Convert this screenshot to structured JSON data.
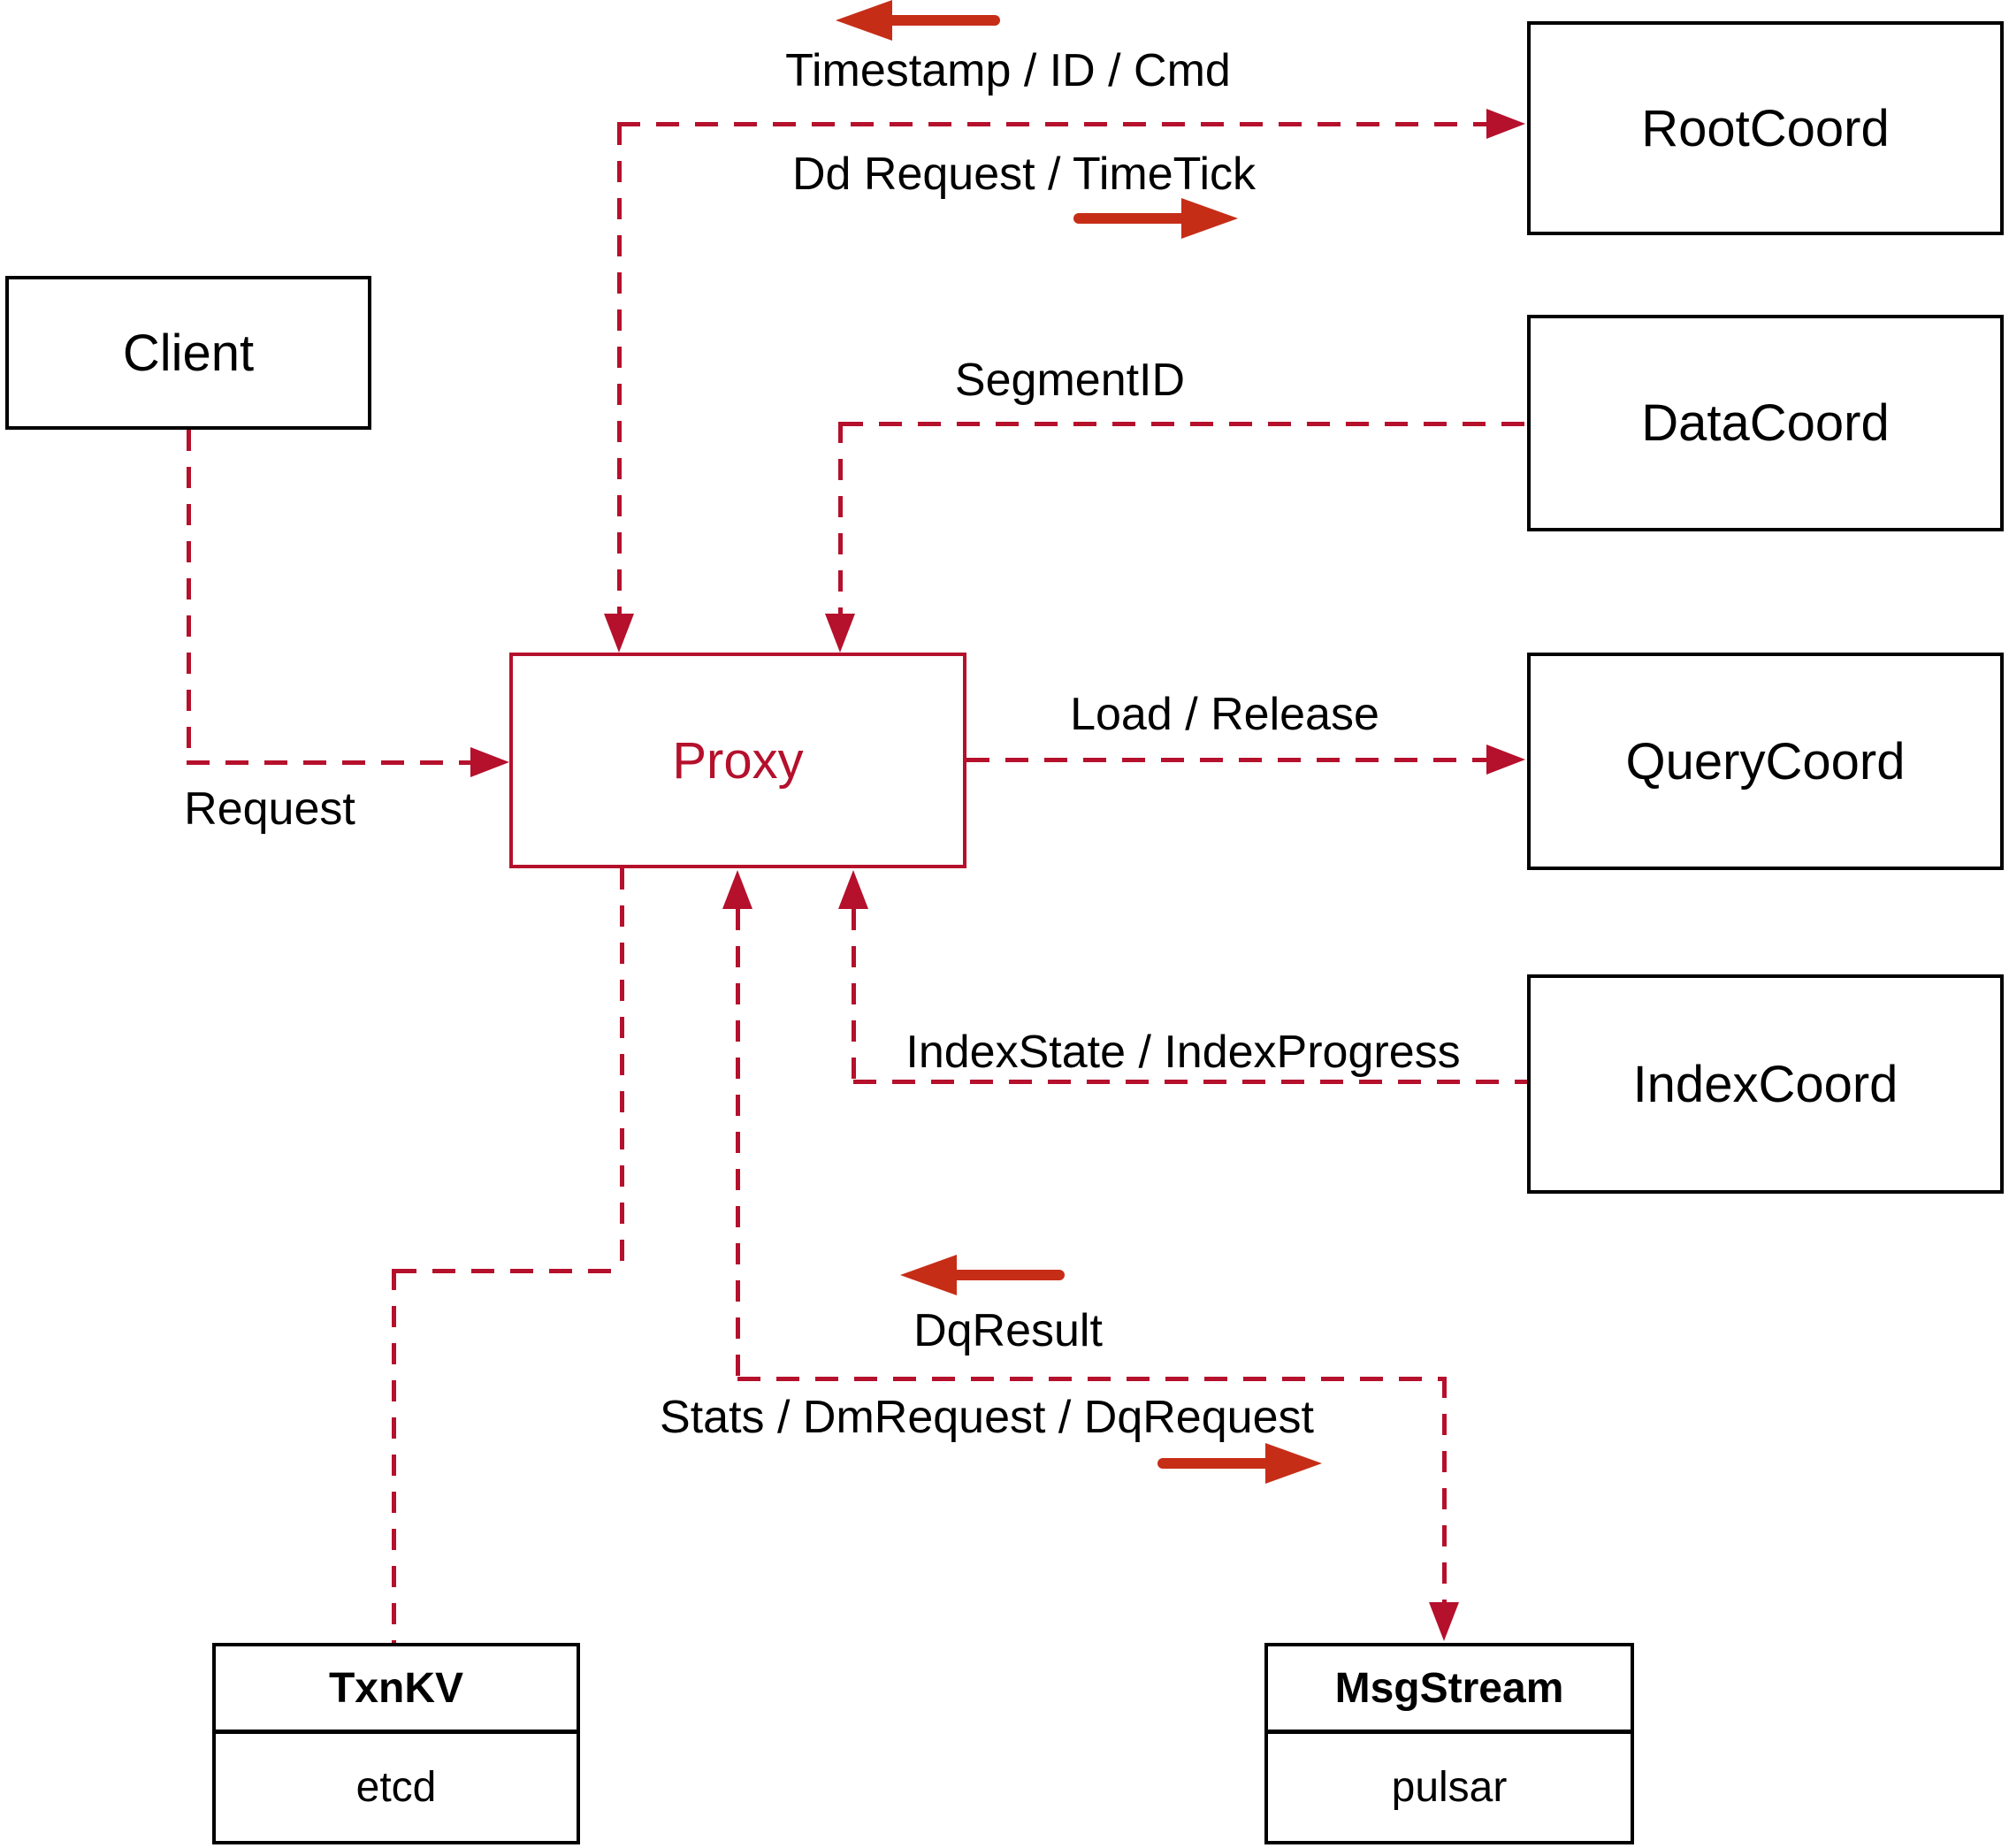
{
  "diagram": {
    "nodes": {
      "client": {
        "label": "Client"
      },
      "root_coord": {
        "label": "RootCoord"
      },
      "data_coord": {
        "label": "DataCoord"
      },
      "query_coord": {
        "label": "QueryCoord"
      },
      "index_coord": {
        "label": "IndexCoord"
      },
      "proxy": {
        "label": "Proxy"
      },
      "txn_kv": {
        "title": "TxnKV",
        "subtitle": "etcd"
      },
      "msg_stream": {
        "title": "MsgStream",
        "subtitle": "pulsar"
      }
    },
    "edge_labels": {
      "timestamp_id_cmd": "Timestamp / ID / Cmd",
      "dd_request_timetick": "Dd Request / TimeTick",
      "segment_id": "SegmentID",
      "request": "Request",
      "load_release": "Load / Release",
      "index_state_progress": "IndexState / IndexProgress",
      "dq_result": "DqResult",
      "stats_dm_dq": "Stats / DmRequest / DqRequest"
    },
    "colors": {
      "dashed_line": "#b5102c",
      "solid_arrow": "#c62d17",
      "proxy_accent": "#b5102c",
      "box_border": "#000000",
      "text": "#000000",
      "background": "#ffffff"
    }
  }
}
